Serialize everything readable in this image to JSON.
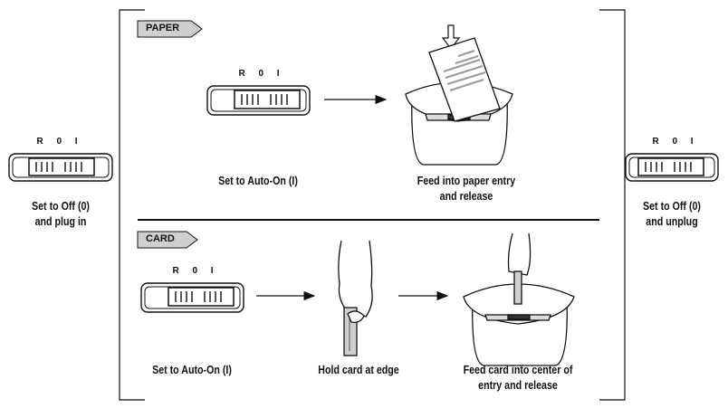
{
  "sections": {
    "paper_tag": "PAPER",
    "card_tag": "CARD"
  },
  "switch_marks": "R 0 I",
  "labels": {
    "left": "Set to Off (0)\nand plug in",
    "right": "Set to Off (0)\nand unplug",
    "paper_switch": "Set to Auto-On (I)",
    "paper_feed": "Feed into paper entry\nand release",
    "card_switch": "Set to Auto-On (I)",
    "card_hold": "Hold card at edge",
    "card_feed": "Feed card into center of\nentry and release"
  }
}
